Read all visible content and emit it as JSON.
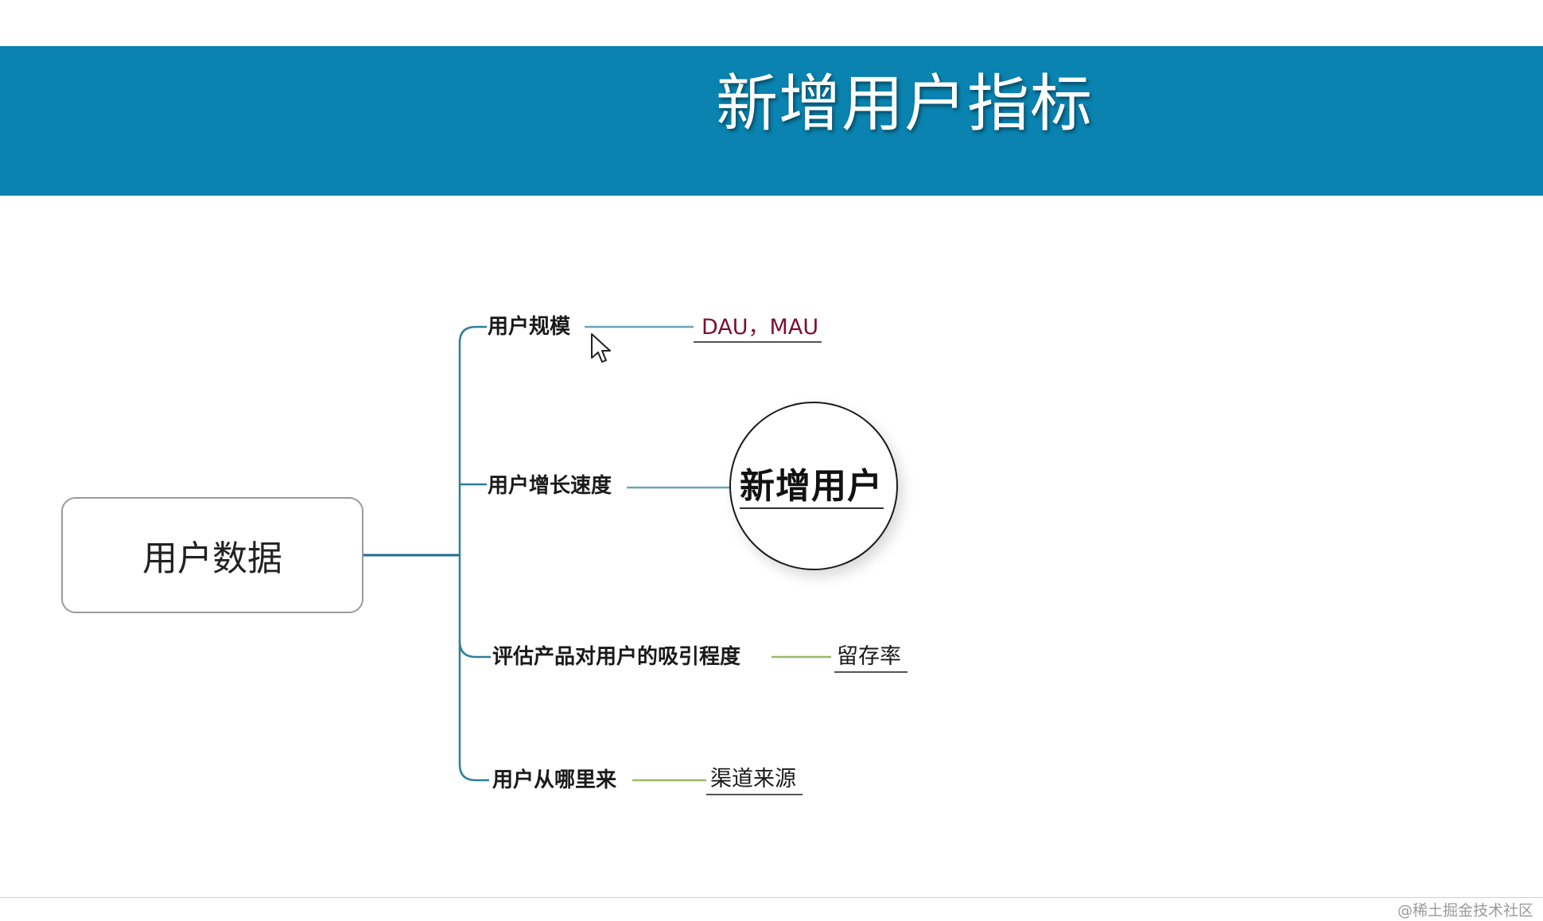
{
  "slide": {
    "title": "新增用户指标"
  },
  "mindmap": {
    "root": "用户数据",
    "branches": [
      {
        "label": "用户规模",
        "leaf": "DAU，MAU"
      },
      {
        "label": "用户增长速度",
        "leaf": "新增用户"
      },
      {
        "label": "评估产品对用户的吸引程度",
        "leaf": "留存率"
      },
      {
        "label": "用户从哪里来",
        "leaf": "渠道来源"
      }
    ]
  },
  "colors": {
    "banner": "#0a83b0",
    "connector_blue": "#2f7f99",
    "connector_green": "#9bb96a",
    "maroon_text": "#7a1030"
  },
  "watermark": "@稀土掘金技术社区"
}
